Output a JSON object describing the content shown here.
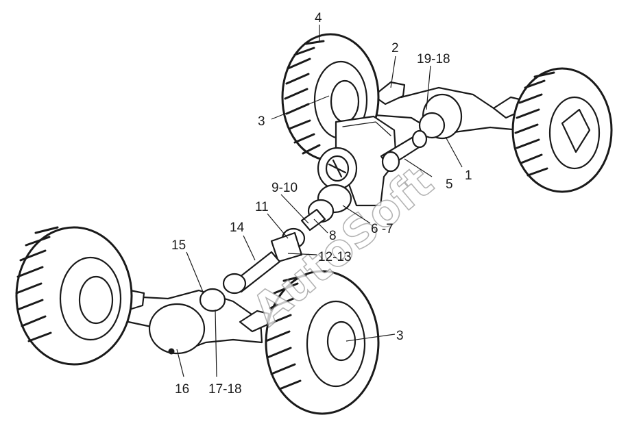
{
  "watermark": "AutoSoft",
  "callouts": {
    "c1": "1",
    "c2": "2",
    "c3_top": "3",
    "c3_bottom": "3",
    "c4": "4",
    "c5": "5",
    "c6_7": "6 -7",
    "c8": "8",
    "c9_10": "9-10",
    "c11": "11",
    "c12_13": "12-13",
    "c14": "14",
    "c15": "15",
    "c16": "16",
    "c17_18": "17-18",
    "c19_18": "19-18"
  }
}
